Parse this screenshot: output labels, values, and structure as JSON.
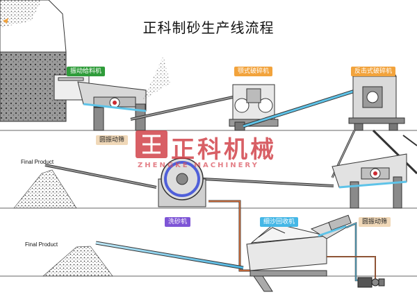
{
  "title": "正科制砂生产线流程",
  "labels": {
    "vibrating_feeder": "振动给料机",
    "jaw_crusher": "颚式破碎机",
    "impact_crusher": "反击式破碎机",
    "circular_screen_1": "圆振动筛",
    "circular_screen_2": "圆振动筛",
    "sand_washer": "洗砂机",
    "fine_sand_recycler": "细沙回收机",
    "final_product_1": "Final Product",
    "final_product_2": "Final Product"
  },
  "watermark": {
    "cn": "正科机械",
    "en": "ZHENGKE MACHINERY"
  },
  "colors": {
    "accent_green": "#2f9c3a",
    "accent_orange": "#f2a33c",
    "accent_tan": "#f0d8b8",
    "accent_purple": "#7e55d6",
    "accent_blue": "#45b7e6",
    "belt_blue": "#5ec3e8",
    "brand_red": "#cc2a32",
    "pipe_orange": "#e8743a"
  },
  "icons": [
    "mountain-quarry",
    "feeder-icon",
    "jaw-crusher-icon",
    "impact-crusher-icon",
    "vibrating-screen-icon",
    "sand-wheel-icon",
    "fine-sand-recycler-icon",
    "cyclone-icon",
    "pump-icon",
    "zhengke-logo-icon"
  ]
}
